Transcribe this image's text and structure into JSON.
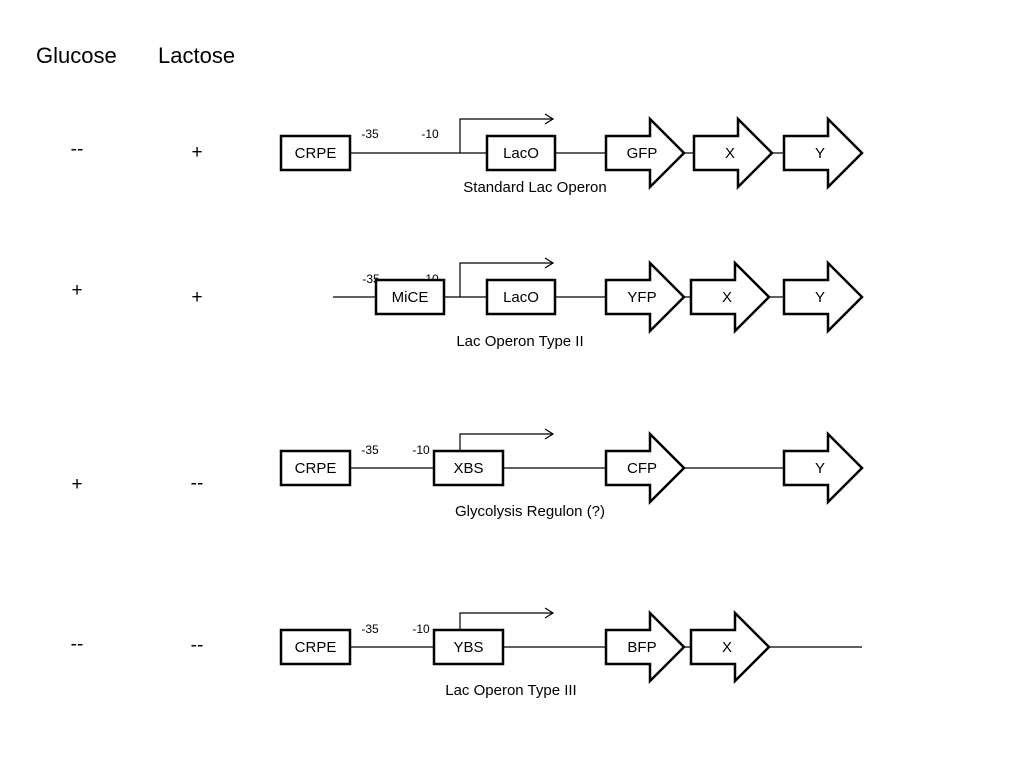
{
  "headers": {
    "glucose": "Glucose",
    "lactose": "Lactose"
  },
  "rows": [
    {
      "glucose": "--",
      "lactose": "+",
      "upstream": "CRPE",
      "minus35": "-35",
      "minus10": "-10",
      "operator": "LacO",
      "genes": [
        "GFP",
        "X",
        "Y"
      ],
      "caption": "Standard Lac Operon"
    },
    {
      "glucose": "+",
      "lactose": "+",
      "upstream": "MiCE",
      "minus35": "-35",
      "minus10": "-10",
      "operator": "LacO",
      "genes": [
        "YFP",
        "X",
        "Y"
      ],
      "caption": "Lac Operon Type  II"
    },
    {
      "glucose": "+",
      "lactose": "--",
      "upstream": "CRPE",
      "minus35": "-35",
      "minus10": "-10",
      "operator": "XBS",
      "genes": [
        "CFP",
        "",
        "Y"
      ],
      "caption": "Glycolysis Regulon (?)"
    },
    {
      "glucose": "--",
      "lactose": "--",
      "upstream": "CRPE",
      "minus35": "-35",
      "minus10": "-10",
      "operator": "YBS",
      "genes": [
        "BFP",
        "X",
        ""
      ],
      "caption": "Lac Operon Type III"
    }
  ]
}
